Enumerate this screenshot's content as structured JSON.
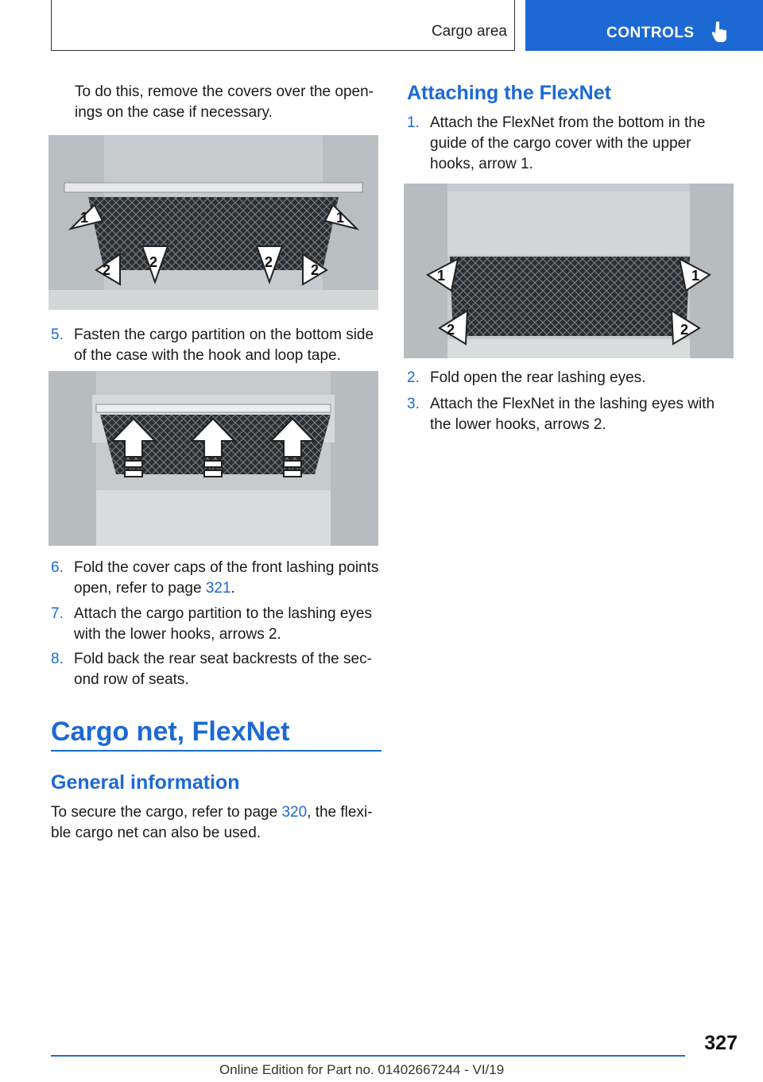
{
  "header": {
    "section": "Cargo area",
    "tab_label": "CONTROLS",
    "tab_icon": "hand-pointer-icon",
    "accent_color": "#1c69d4"
  },
  "left": {
    "intro": "To do this, remove the covers over the open-ings on the case if necessary.",
    "intro_line1": "To do this, remove the covers over the open-",
    "intro_line2": "ings on the case if necessary.",
    "fig1_arrow_labels": [
      "1",
      "1",
      "2",
      "2",
      "2",
      "2"
    ],
    "step5": {
      "num": "5.",
      "line1": "Fasten the cargo partition on the bottom side",
      "line2": "of the case with the hook and loop tape."
    },
    "step6": {
      "num": "6.",
      "line1": "Fold the cover caps of the front lashing points",
      "line2_pre": "open, refer to page ",
      "line2_link": "321",
      "line2_post": "."
    },
    "step7": {
      "num": "7.",
      "line1": "Attach the cargo partition to the lashing eyes",
      "line2": "with the lower hooks, arrows 2."
    },
    "step8": {
      "num": "8.",
      "line1": "Fold back the rear seat backrests of the sec-",
      "line2": "ond row of seats."
    },
    "heading_cargo_net": "Cargo net, FlexNet",
    "heading_general": "General information",
    "general_line1_pre": "To secure the cargo, refer to page ",
    "general_line1_link": "320",
    "general_line1_post": ", the flexi-",
    "general_line2": "ble cargo net can also be used."
  },
  "right": {
    "heading_attaching": "Attaching the FlexNet",
    "step1": {
      "num": "1.",
      "line1": "Attach the FlexNet from the bottom in the",
      "line2": "guide of the cargo cover with the upper",
      "line3": "hooks, arrow 1."
    },
    "fig3_arrow_labels": [
      "1",
      "1",
      "2",
      "2"
    ],
    "step2": {
      "num": "2.",
      "line1": "Fold open the rear lashing eyes."
    },
    "step3": {
      "num": "3.",
      "line1": "Attach the FlexNet in the lashing eyes with",
      "line2": "the lower hooks, arrows 2."
    }
  },
  "footer": {
    "page_number": "327",
    "edition": "Online Edition for Part no. 01402667244 - VI/19"
  }
}
